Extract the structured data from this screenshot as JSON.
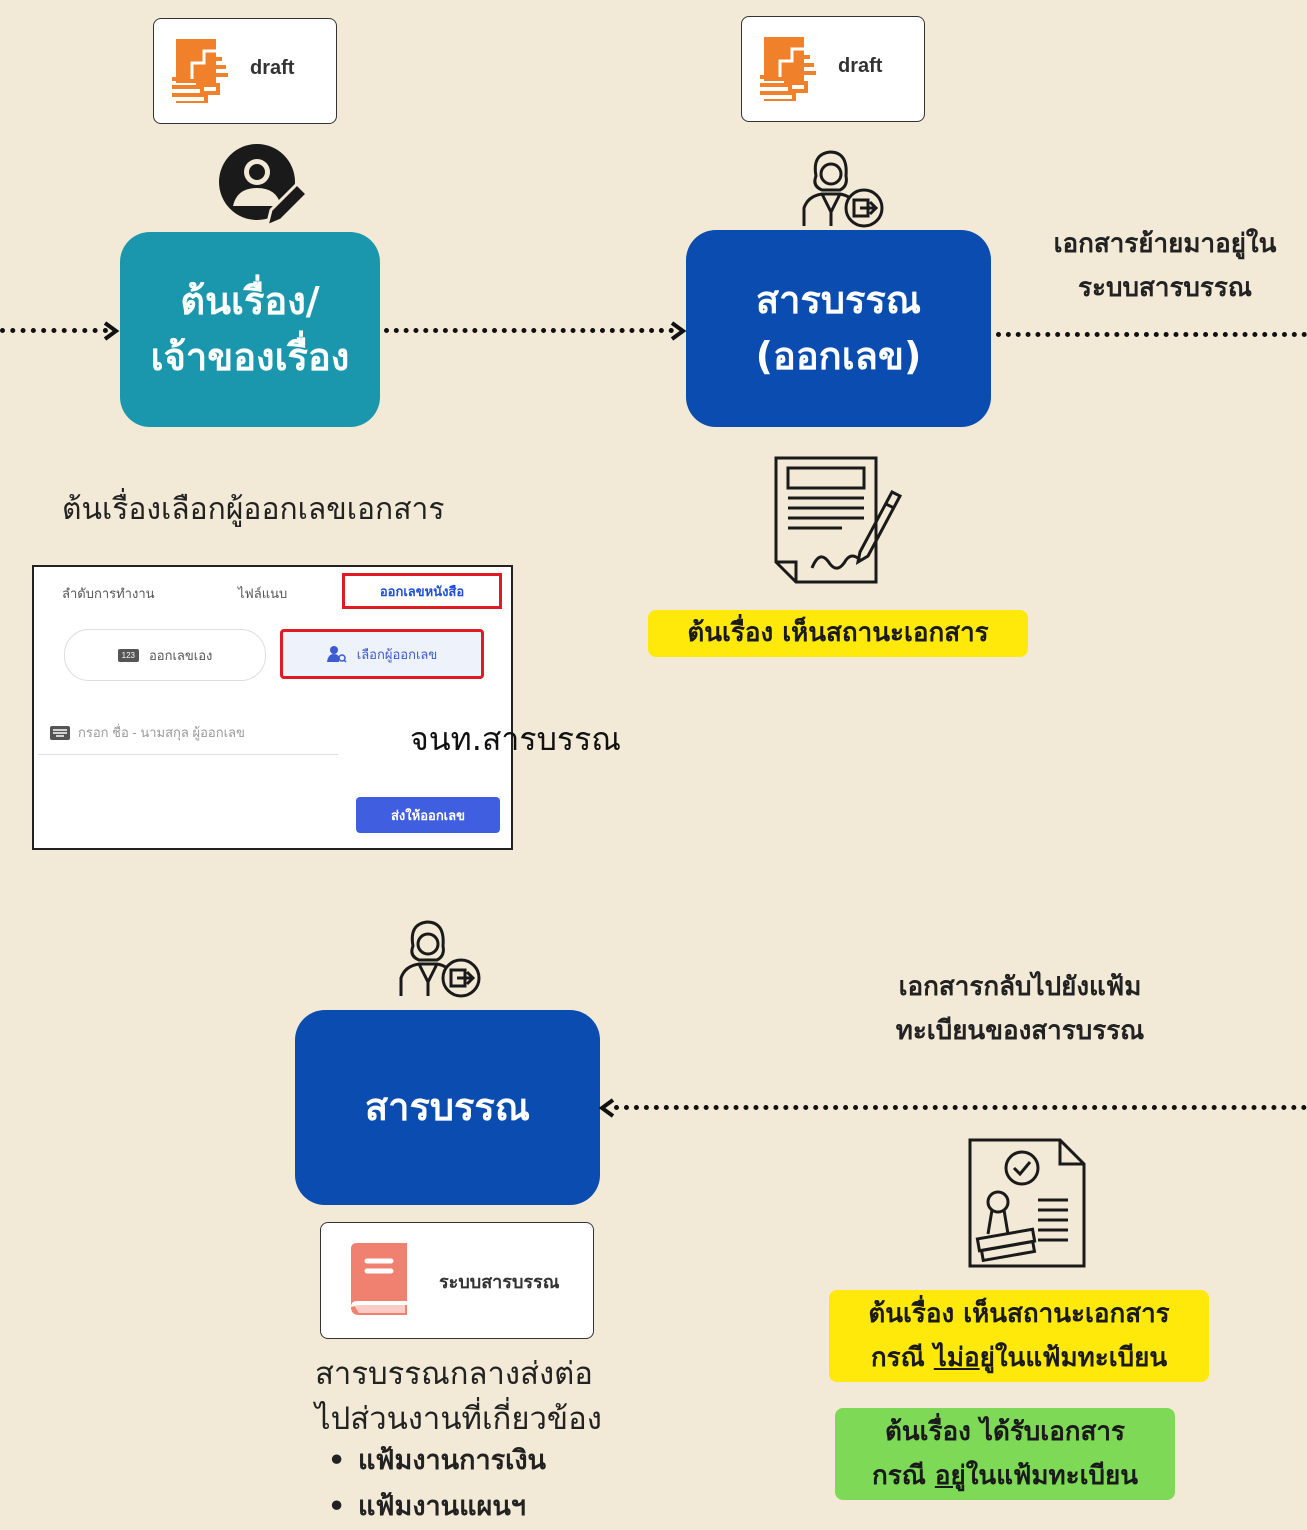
{
  "draft_card_1": {
    "label": "draft"
  },
  "draft_card_2": {
    "label": "draft"
  },
  "node_owner": {
    "line1": "ต้นเรื่อง/",
    "line2": "เจ้าของเรื่อง"
  },
  "node_saraban_number": {
    "line1": "สารบรรณ",
    "line2": "(ออกเลข)"
  },
  "node_saraban": {
    "label": "สารบรรณ"
  },
  "note_moved": {
    "line1": "เอกสารย้ายมาอยู่ใน",
    "line2": "ระบบสารบรรณ"
  },
  "note_returned": {
    "line1": "เอกสารกลับไปยังแฟ้ม",
    "line2": "ทะเบียนของสารบรรณ"
  },
  "caption_select_issuer": "ต้นเรื่องเลือกผู้ออกเลขเอกสาร",
  "status_see_doc": "ต้นเรื่อง เห็นสถานะเอกสาร",
  "officer_label": "จนท.สารบรรณ",
  "ui_panel": {
    "tab1": "ลำดับการทำงาน",
    "tab2": "ไฟล์แนบ",
    "tab3": "ออกเลขหนังสือ",
    "btn_self": "ออกเลขเอง",
    "btn_self_icon": "123",
    "btn_select": "เลือกผู้ออกเลข",
    "input_placeholder": "กรอก ชื่อ - นามสกุล ผู้ออกเลข",
    "submit": "ส่งให้ออกเลข"
  },
  "system_card": {
    "label": "ระบบสารบรรณ"
  },
  "bottom_caption": {
    "line1": "สารบรรณกลางส่งต่อ",
    "line2": "ไปส่วนงานที่เกี่ยวข้อง",
    "bullets": [
      "แฟ้มงานการเงิน",
      "แฟ้มงานแผนฯ"
    ]
  },
  "status_not_in_folder": {
    "line1": "ต้นเรื่อง เห็นสถานะเอกสาร",
    "line2_prefix": "กรณี ",
    "line2_underline": "ไม่อ",
    "line2_rest": "ยู่ในแฟ้มทะเบียน"
  },
  "status_in_folder": {
    "line1": "ต้นเรื่อง ได้รับเอกสาร",
    "line2_prefix": "กรณี ",
    "line2_underline": "อยู่",
    "line2_rest": "ในแฟ้มทะเบียน"
  },
  "colors": {
    "background": "#f2ead6",
    "teal": "#1b97ad",
    "blue": "#0a4cb0",
    "yellow": "#ffe90a",
    "green": "#7ed957",
    "red": "#e01b24"
  },
  "icons": [
    "draft-logo-icon",
    "user-edit-icon",
    "officer-icon",
    "document-sign-icon",
    "approved-stamp-icon",
    "book-icon",
    "keyboard-icon",
    "user-search-icon"
  ]
}
